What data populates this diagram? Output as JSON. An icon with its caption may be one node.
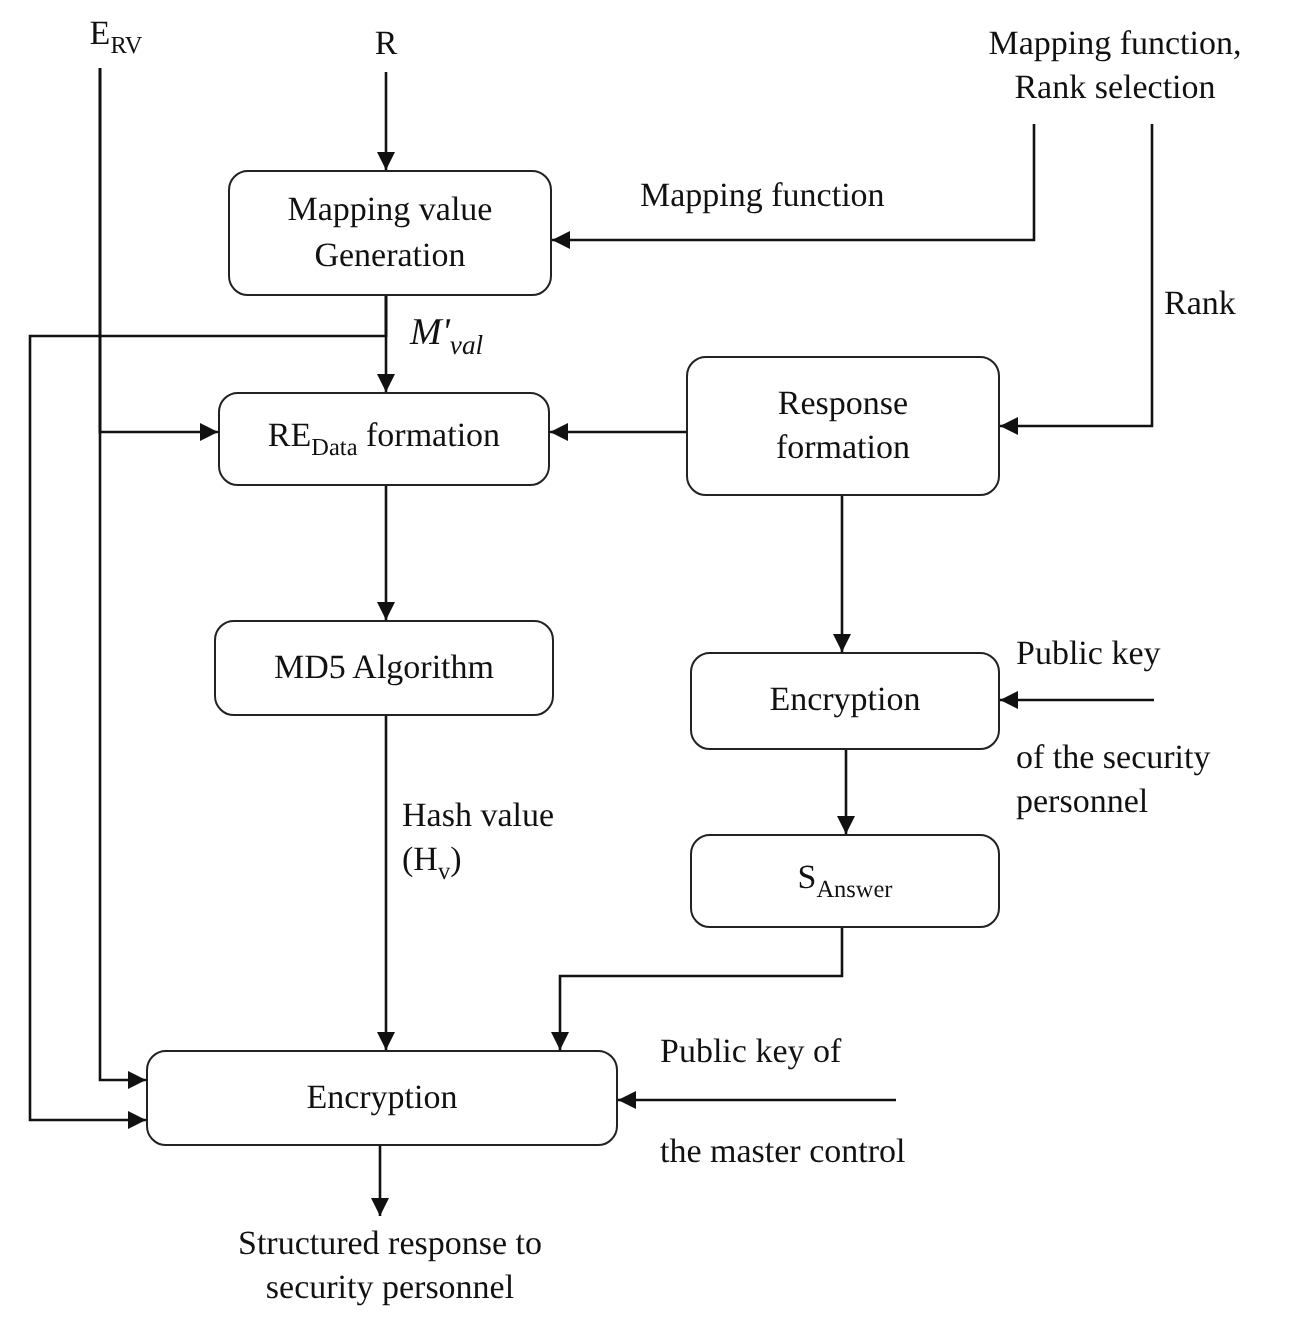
{
  "diagram": {
    "nodes": [
      {
        "text": [
          "E$_{RV}$"
        ]
      },
      {
        "text": [
          "R"
        ]
      },
      {
        "text": [
          "Mapping function, Rank selection"
        ]
      },
      {
        "text": [
          "Mapping value Generation"
        ]
      },
      {
        "text": [
          "RE$_{Data}$ formation"
        ]
      },
      {
        "text": [
          "Response formation"
        ]
      },
      {
        "text": [
          "MD5 Algorithm"
        ]
      },
      {
        "text": [
          "Encryption"
        ]
      },
      {
        "text": [
          "S$_{Answer}$"
        ]
      },
      {
        "text": [
          "Encryption"
        ]
      },
      {
        "text": [
          "Public key",
          "of the security personnel"
        ]
      },
      {
        "text": [
          "Public key of",
          "the master control"
        ]
      },
      {
        "text": [
          "Structured response to security personnel"
        ]
      }
    ],
    "edges": [
      {
        "from": 0,
        "to": 4,
        "arrow": "to"
      },
      {
        "from": 0,
        "to": 9,
        "arrow": "to"
      },
      {
        "from": 1,
        "to": 3,
        "arrow": "to"
      },
      {
        "from": 2,
        "to": 3,
        "arrow": "to",
        "label": "Mapping function"
      },
      {
        "from": 2,
        "to": 5,
        "arrow": "to",
        "label": "Rank"
      },
      {
        "from": 3,
        "to": 4,
        "arrow": "to",
        "label": "M'$_{val}$"
      },
      {
        "from": 3,
        "to": 9,
        "arrow": "to"
      },
      {
        "from": 5,
        "to": 4,
        "arrow": "to"
      },
      {
        "from": 4,
        "to": 6,
        "arrow": "to"
      },
      {
        "from": 5,
        "to": 7,
        "arrow": "to"
      },
      {
        "from": 10,
        "to": 7,
        "arrow": "to"
      },
      {
        "from": 7,
        "to": 8,
        "arrow": "to"
      },
      {
        "from": 6,
        "to": 9,
        "arrow": "to",
        "label": "Hash value (H$_{v}$)"
      },
      {
        "from": 8,
        "to": 9,
        "arrow": "to"
      },
      {
        "from": 11,
        "to": 9,
        "arrow": "to"
      },
      {
        "from": 9,
        "to": 12,
        "arrow": "to"
      }
    ]
  }
}
